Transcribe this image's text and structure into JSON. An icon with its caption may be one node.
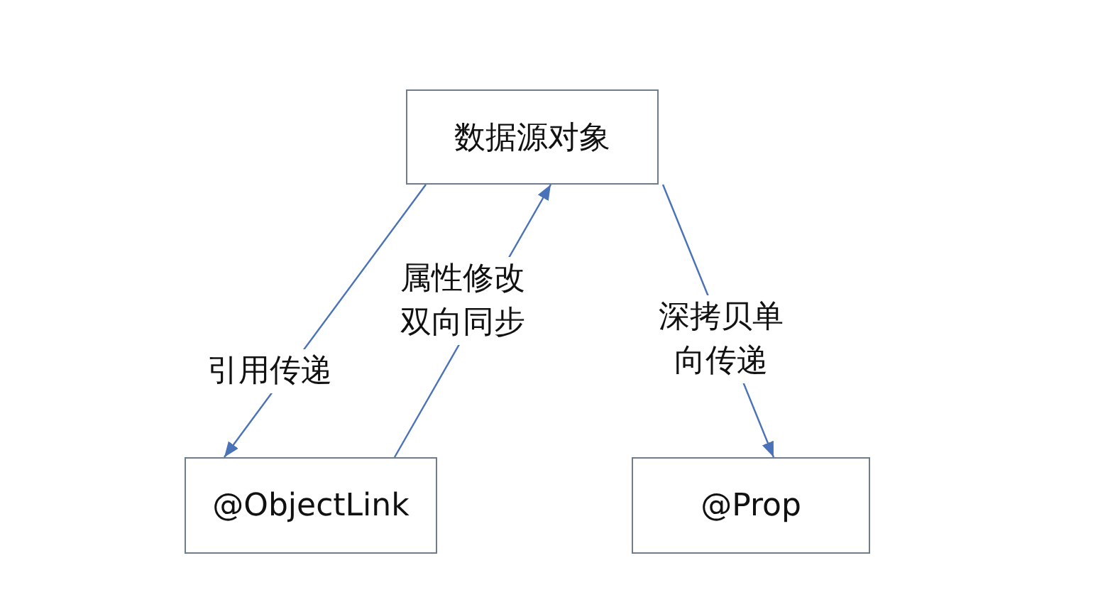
{
  "diagram": {
    "nodes": [
      {
        "text": [
          "数据源对象"
        ]
      },
      {
        "text": [
          "@ObjectLink"
        ]
      },
      {
        "text": [
          "@Prop"
        ]
      }
    ],
    "edges": [
      {
        "from": 0,
        "to": 1,
        "arrow": "to",
        "label": "引用传递"
      },
      {
        "from": 1,
        "to": 0,
        "arrow": "to",
        "label": "属性修改双向同步"
      },
      {
        "from": 0,
        "to": 2,
        "arrow": "to",
        "label": "深拷贝单向传递"
      }
    ]
  }
}
